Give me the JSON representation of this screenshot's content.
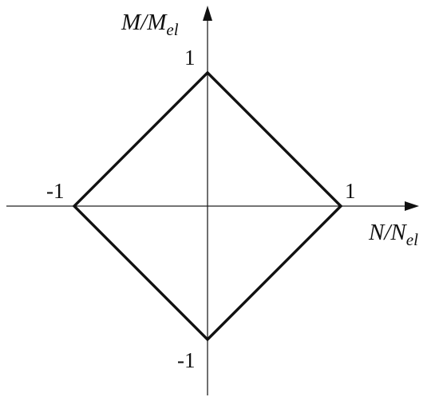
{
  "axes": {
    "x_label_main": "N/N",
    "x_label_sub": "el",
    "y_label_main": "M/M",
    "y_label_sub": "el"
  },
  "ticks": {
    "x_positive": "1",
    "x_negative": "-1",
    "y_positive": "1",
    "y_negative": "-1"
  },
  "shape": {
    "vertices": [
      [
        1,
        0
      ],
      [
        0,
        1
      ],
      [
        -1,
        0
      ],
      [
        0,
        -1
      ]
    ],
    "x_range": [
      -1.5,
      1.5
    ],
    "y_range": [
      -1.4,
      1.5
    ]
  },
  "colors": {
    "axis": "#222222",
    "outline": "#111111"
  }
}
